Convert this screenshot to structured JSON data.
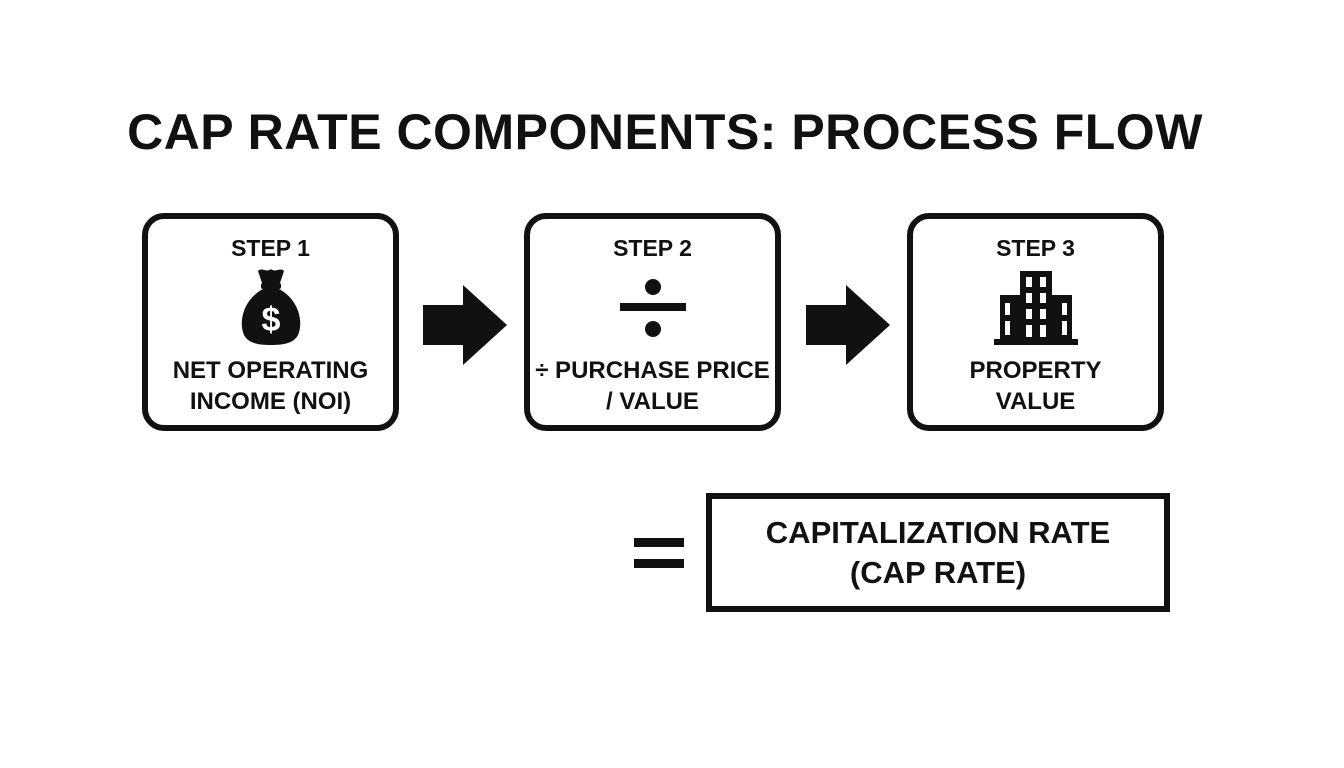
{
  "title": "CAP RATE COMPONENTS: PROCESS FLOW",
  "steps": [
    {
      "label": "STEP 1",
      "icon": "money-bag-icon",
      "icon_glyph": "$",
      "text": "NET OPERATING\nINCOME (NOI)"
    },
    {
      "label": "STEP 2",
      "icon": "divide-icon",
      "text": "÷ PURCHASE PRICE\n/ VALUE"
    },
    {
      "label": "STEP 3",
      "icon": "building-icon",
      "text": "PROPERTY\nVALUE"
    }
  ],
  "connector_icons": [
    "arrow-right-icon",
    "arrow-right-icon"
  ],
  "equals_icon": "equals-icon",
  "result": {
    "text": "CAPITALIZATION RATE\n(CAP RATE)"
  },
  "colors": {
    "ink": "#111111",
    "background": "#ffffff"
  }
}
